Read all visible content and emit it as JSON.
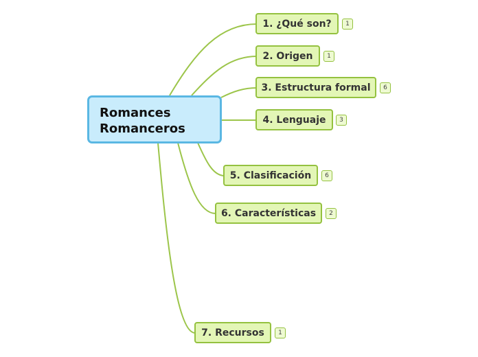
{
  "central": {
    "line1": "Romances",
    "line2": "Romanceros"
  },
  "branches": [
    {
      "label": "1. ¿Qué son?",
      "count": "1"
    },
    {
      "label": "2. Origen",
      "count": "1"
    },
    {
      "label": "3. Estructura formal",
      "count": "6"
    },
    {
      "label": "4. Lenguaje",
      "count": "3"
    },
    {
      "label": "5. Clasificación",
      "count": "6"
    },
    {
      "label": "6. Características",
      "count": "2"
    },
    {
      "label": "7. Recursos",
      "count": "1"
    }
  ],
  "colors": {
    "central_fill": "#c9ecfc",
    "central_border": "#5ab7e3",
    "node_fill": "#e3f6b6",
    "node_border": "#94c13f",
    "connector": "#9cc54a"
  }
}
